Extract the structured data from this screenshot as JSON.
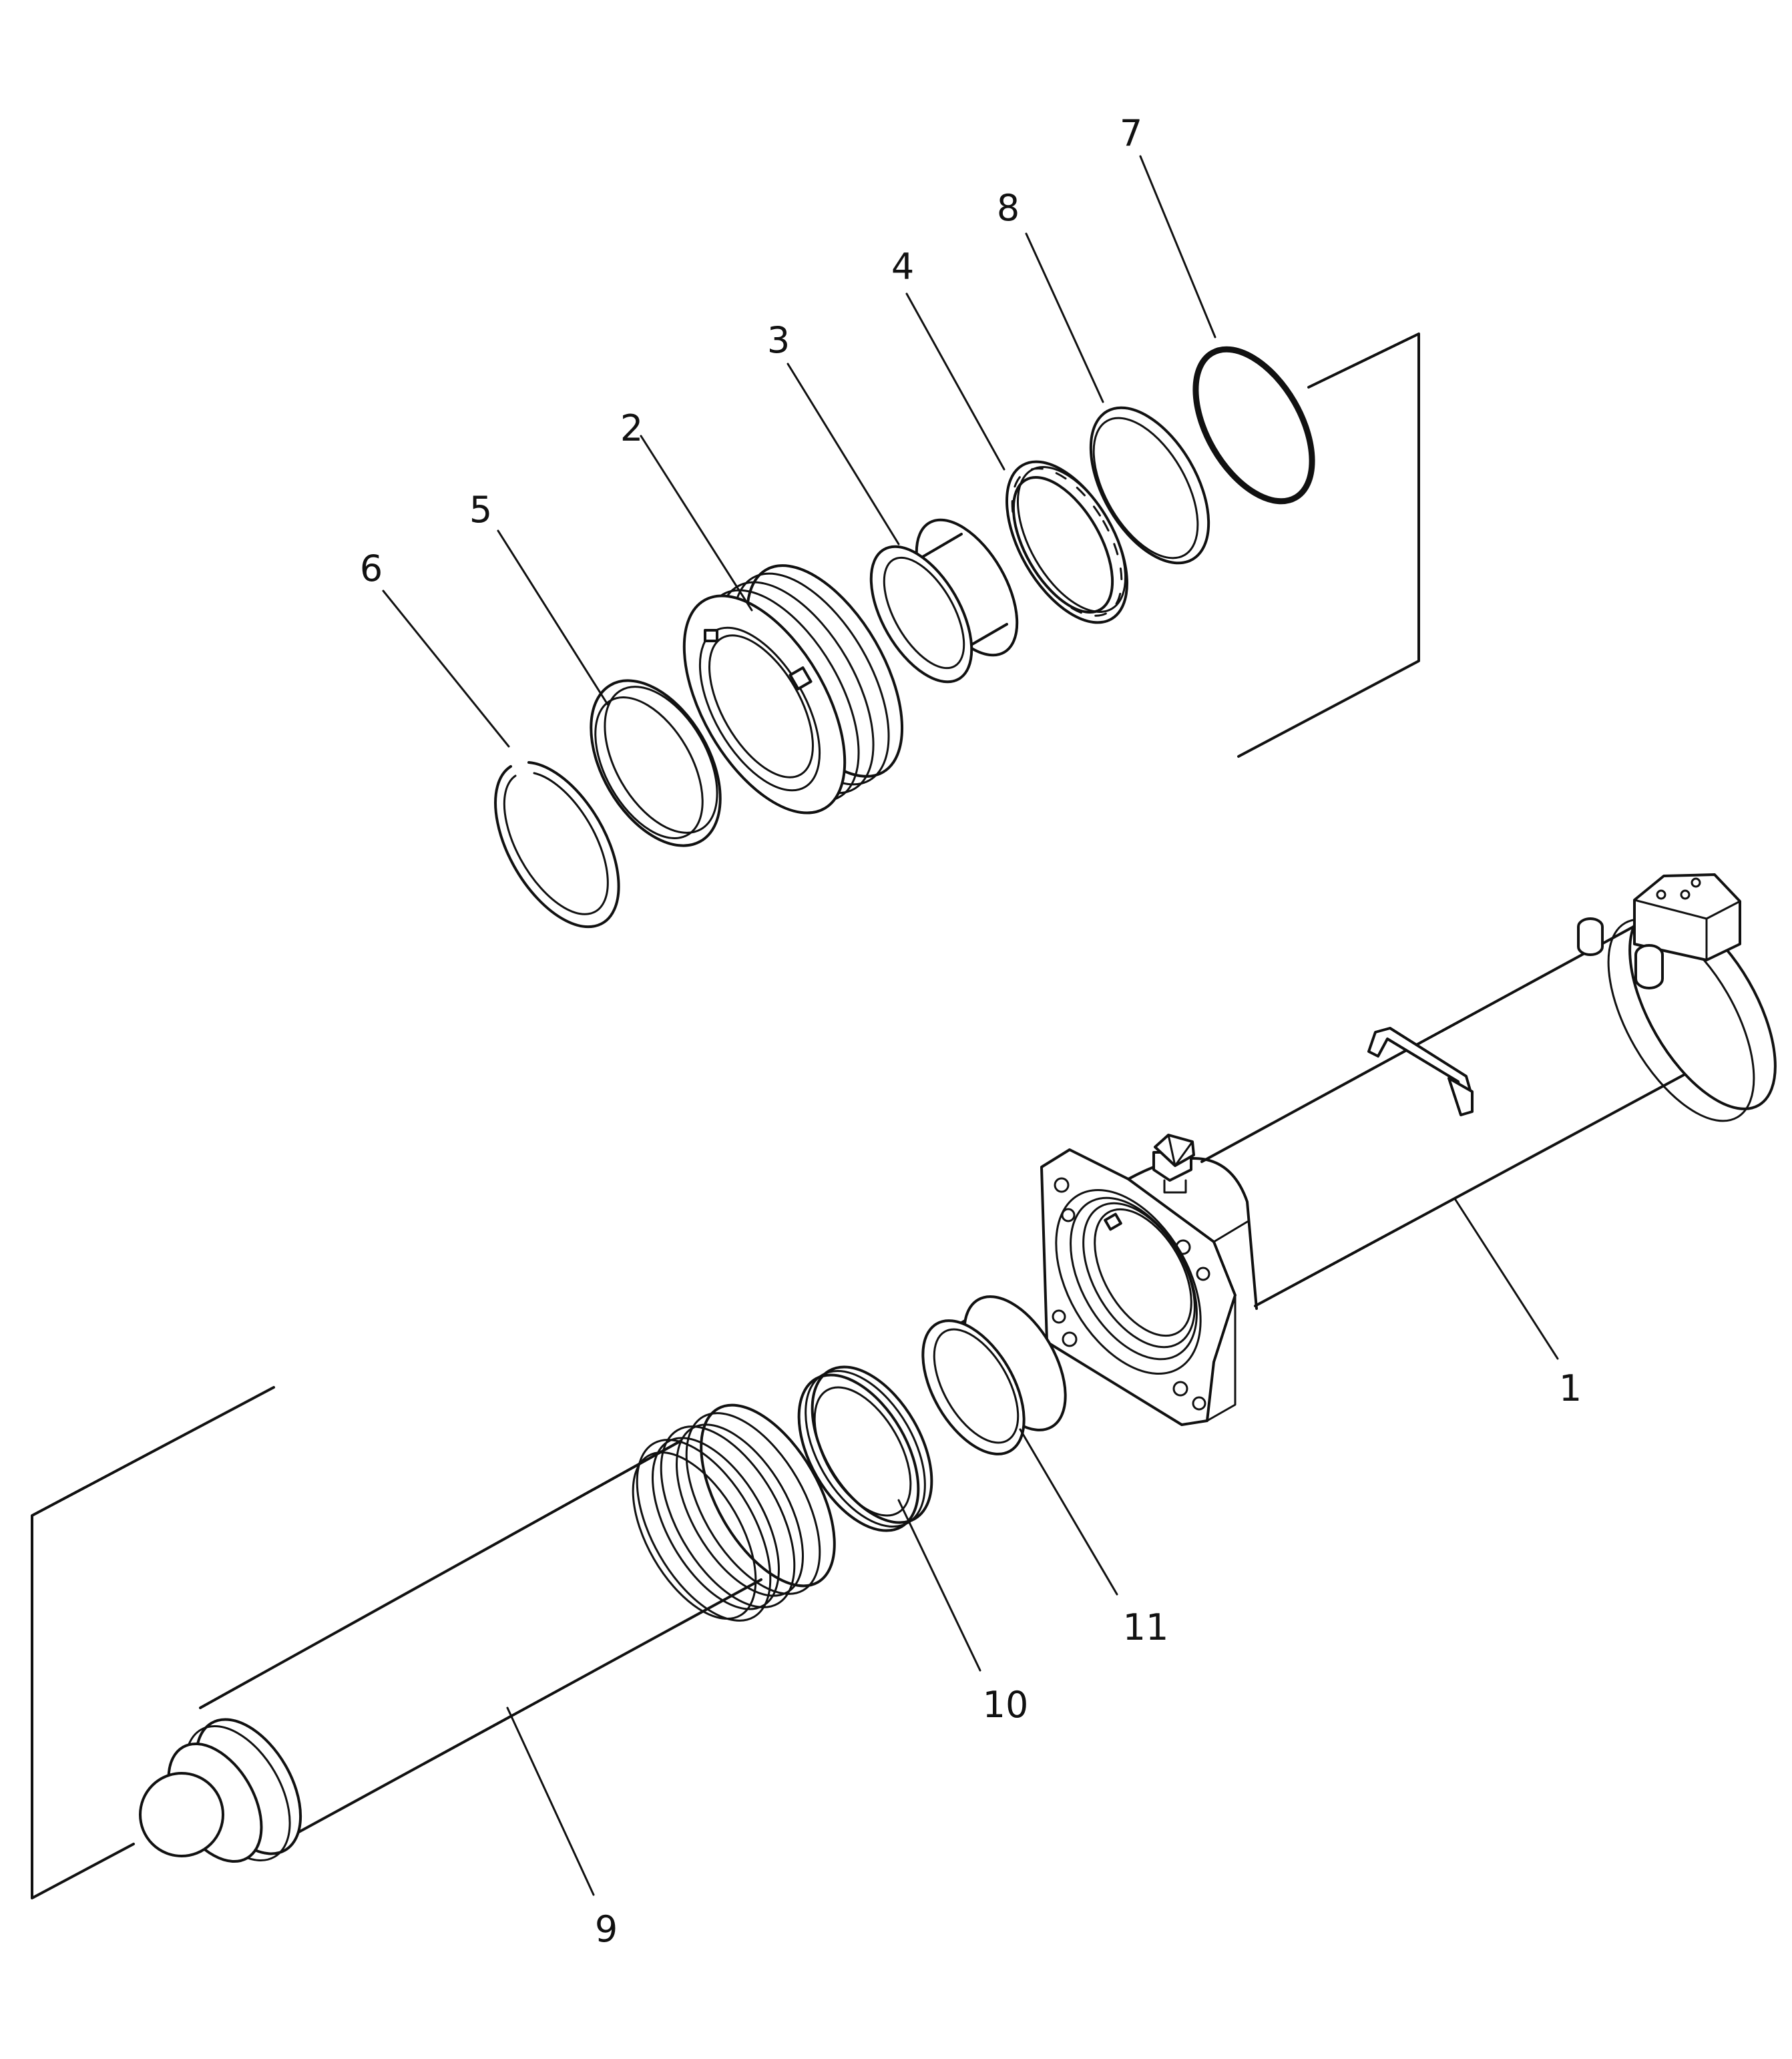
{
  "labels": {
    "p1": "1",
    "p2": "2",
    "p3": "3",
    "p4": "4",
    "p5": "5",
    "p6": "6",
    "p7": "7",
    "p8": "8",
    "p9": "9",
    "p10": "10",
    "p11": "11"
  }
}
